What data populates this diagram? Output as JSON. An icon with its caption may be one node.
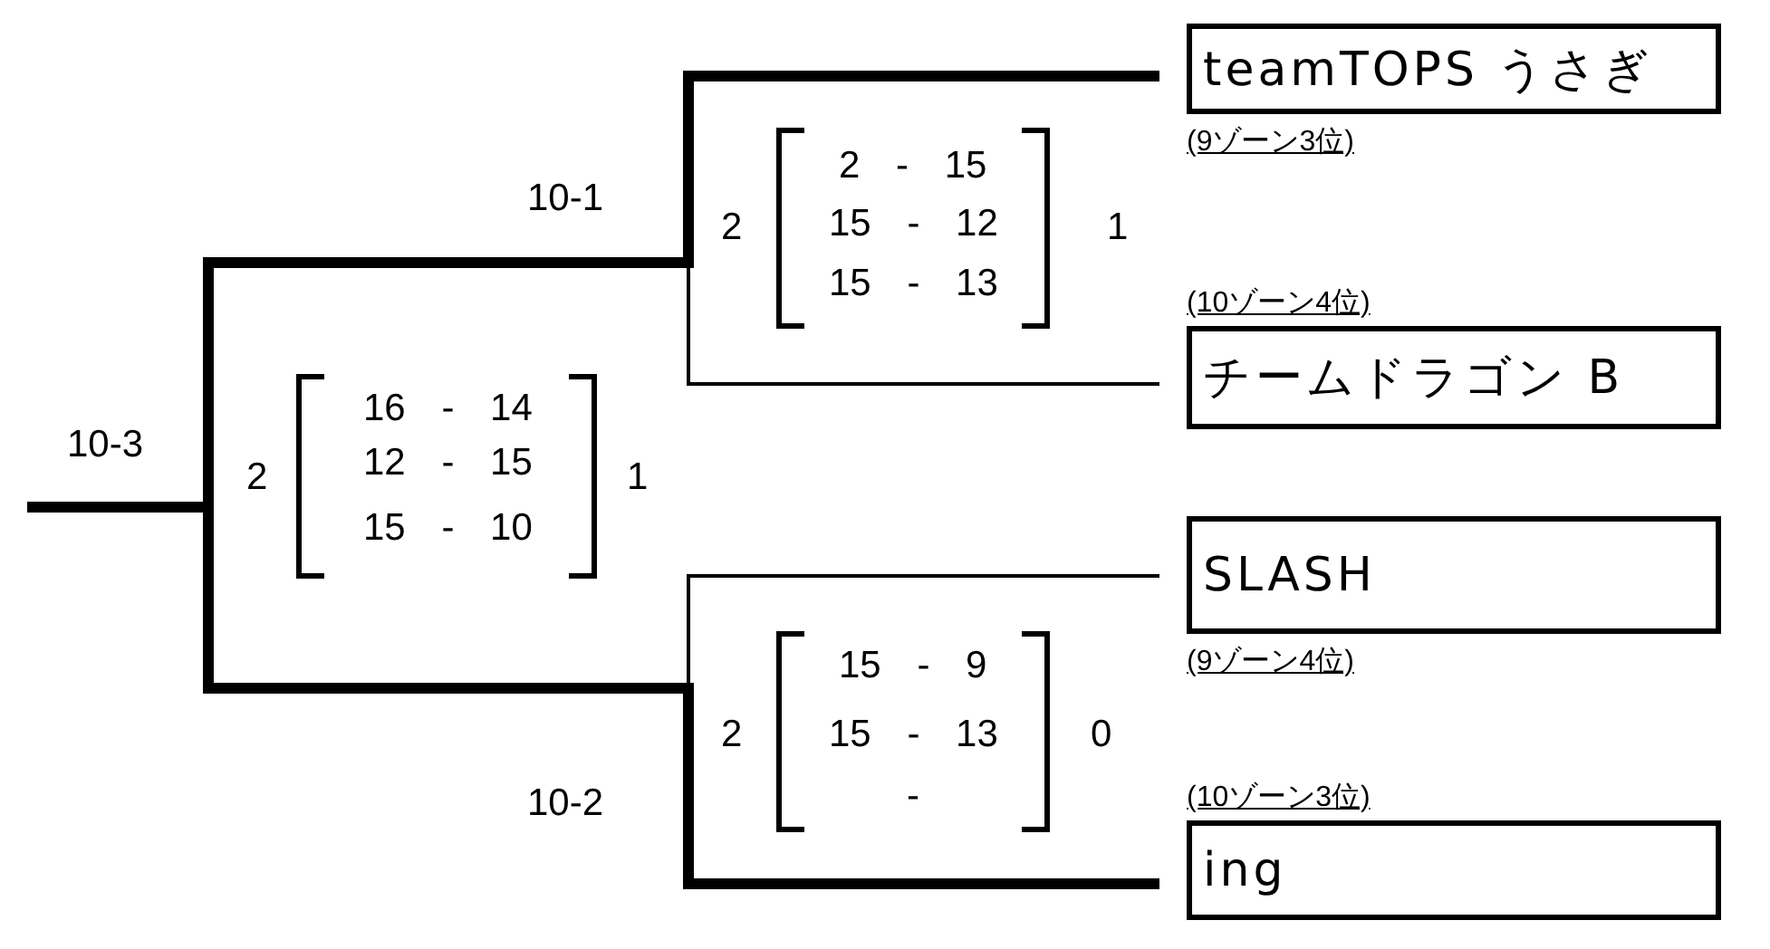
{
  "diagram": {
    "nodes": [
      {
        "text": [
          "teamTOPS うさぎ"
        ],
        "beside": [
          "(9ゾーン3位)"
        ]
      },
      {
        "text": [
          "チームドラゴン B"
        ],
        "beside": [
          "(10ゾーン4位)"
        ]
      },
      {
        "text": [
          "SLASH"
        ],
        "beside": [
          "(9ゾーン4位)"
        ]
      },
      {
        "text": [
          "ing"
        ],
        "beside": [
          "(10ゾーン3位)"
        ]
      }
    ],
    "labels": [
      "10-1",
      "2",
      "2 - 15",
      "15 - 12",
      "15 - 13",
      "1",
      "10-3",
      "2",
      "16 - 14",
      "12 - 15",
      "15 - 10",
      "1",
      "10-2",
      "2",
      "15 - 9",
      "15 - 13",
      "-",
      "0"
    ]
  }
}
